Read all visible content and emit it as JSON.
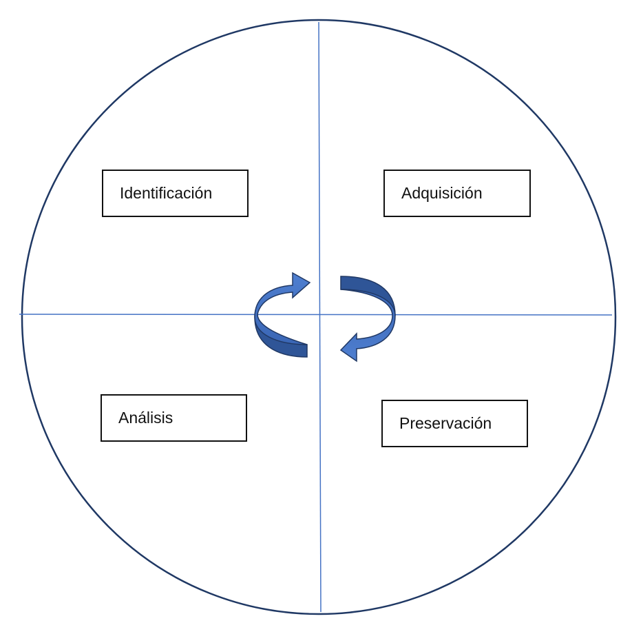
{
  "diagram": {
    "quadrants": [
      {
        "id": "identificacion",
        "label": "Identificación"
      },
      {
        "id": "adquisicion",
        "label": "Adquisición"
      },
      {
        "id": "analisis",
        "label": "Análisis"
      },
      {
        "id": "preservacion",
        "label": "Preservación"
      }
    ],
    "cycle_icon": "circular-arrows-icon",
    "colors": {
      "circle_stroke": "#1f3864",
      "axis_lines": "#4472c4",
      "arrow_fill": "#4472c4",
      "arrow_dark": "#2f5597",
      "arrow_stroke": "#203864",
      "box_border": "#111111"
    }
  }
}
